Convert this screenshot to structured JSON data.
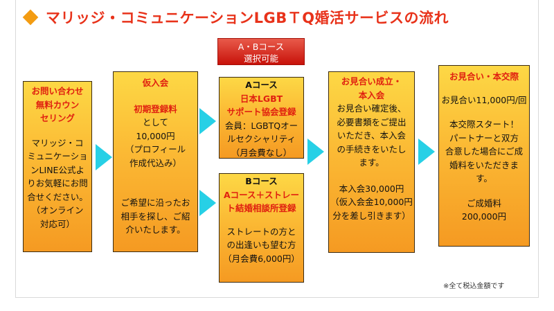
{
  "title": "マリッジ・コミュニケーションLGBＴQ婚活サービスの流れ",
  "badge": {
    "line1": "A・Bコース",
    "line2": "選択可能"
  },
  "box1": {
    "head1": "お問い合わせ",
    "head2": "無料カウン",
    "head3": "セリング",
    "body1": "マリッジ・コ",
    "body2": "ミュニケーショ",
    "body3": "ンLINE公式よ",
    "body4": "りお気軽にお問",
    "body5": "合せください。",
    "body6": "（オンライン",
    "body7": "対応可）"
  },
  "box2": {
    "head": "仮入会",
    "sub": "初期登録料",
    "l1": "として",
    "l2": "10,000円",
    "l3": "（プロフィール",
    "l4": "作成代込み）",
    "l5": "ご希望に沿ったお",
    "l6": "相手を探し、ご紹",
    "l7": "介いたします。"
  },
  "boxA": {
    "head": "Aコース",
    "r1": "日本LGBT",
    "r2": "サポート協会登録",
    "b1": "会員：LGBTQオー",
    "b2": "ルセクシャリティ",
    "b3": "（月会費なし）"
  },
  "boxB": {
    "head": "Bコース",
    "r1": "Aコース＋ストレー",
    "r2": "ト結婚相談所登録",
    "b1": "ストレートの方と",
    "b2": "の出逢いも望む方",
    "b3": "（月会費6,000円）"
  },
  "box4": {
    "head1": "お見合い成立・",
    "head2": "本入会",
    "l1": "お見合い確定後、",
    "l2": "必要書類をご提出",
    "l3": "いただき、本入会",
    "l4": "の手続きをいたし",
    "l5": "ます。",
    "l6": "本入会30,000円",
    "l7": "（仮入会金10,000円",
    "l8": "分を差し引きます）"
  },
  "box5": {
    "head": "お見合い・本交際",
    "l1": "お見合い11,000円/回",
    "l2": "本交際スタート！",
    "l3": "パートナーと双方",
    "l4": "合意した場合にご成",
    "l5": "婚料をいただきま",
    "l6": "す。",
    "l7": "ご成婚料",
    "l8": "200,000円"
  },
  "footnote": "※全て税込金額です",
  "colors": {
    "title": "#e8321a",
    "accent_red": "#e02010",
    "arrow": "#27d0e6",
    "box_top": "#fdd845",
    "box_bottom": "#f59a22",
    "diamond": "#f39c12"
  }
}
